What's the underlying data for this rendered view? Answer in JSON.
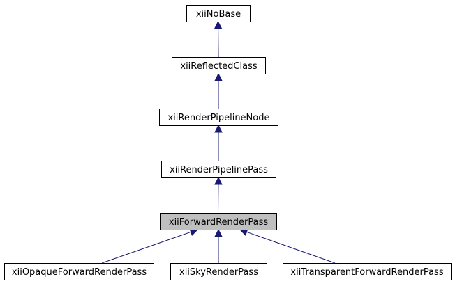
{
  "diagram": {
    "type": "class-inheritance-graph",
    "colors": {
      "node_fill": "#ffffff",
      "highlight_fill": "#bfbfbf",
      "border": "#000000",
      "edge": "#191970",
      "text": "#000000"
    },
    "nodes": [
      {
        "id": "no-base",
        "label": "xiiNoBase",
        "highlighted": false
      },
      {
        "id": "reflected-class",
        "label": "xiiReflectedClass",
        "highlighted": false
      },
      {
        "id": "render-pipeline-node",
        "label": "xiiRenderPipelineNode",
        "highlighted": false
      },
      {
        "id": "render-pipeline-pass",
        "label": "xiiRenderPipelinePass",
        "highlighted": false
      },
      {
        "id": "forward-render-pass",
        "label": "xiiForwardRenderPass",
        "highlighted": true
      },
      {
        "id": "opaque-forward-render-pass",
        "label": "xiiOpaqueForwardRenderPass",
        "highlighted": false
      },
      {
        "id": "sky-render-pass",
        "label": "xiiSkyRenderPass",
        "highlighted": false
      },
      {
        "id": "transparent-forward-render-pass",
        "label": "xiiTransparentForwardRenderPass",
        "highlighted": false
      }
    ],
    "edges": [
      {
        "from": "reflected-class",
        "to": "no-base"
      },
      {
        "from": "render-pipeline-node",
        "to": "reflected-class"
      },
      {
        "from": "render-pipeline-pass",
        "to": "render-pipeline-node"
      },
      {
        "from": "forward-render-pass",
        "to": "render-pipeline-pass"
      },
      {
        "from": "opaque-forward-render-pass",
        "to": "forward-render-pass"
      },
      {
        "from": "sky-render-pass",
        "to": "forward-render-pass"
      },
      {
        "from": "transparent-forward-render-pass",
        "to": "forward-render-pass"
      }
    ]
  }
}
